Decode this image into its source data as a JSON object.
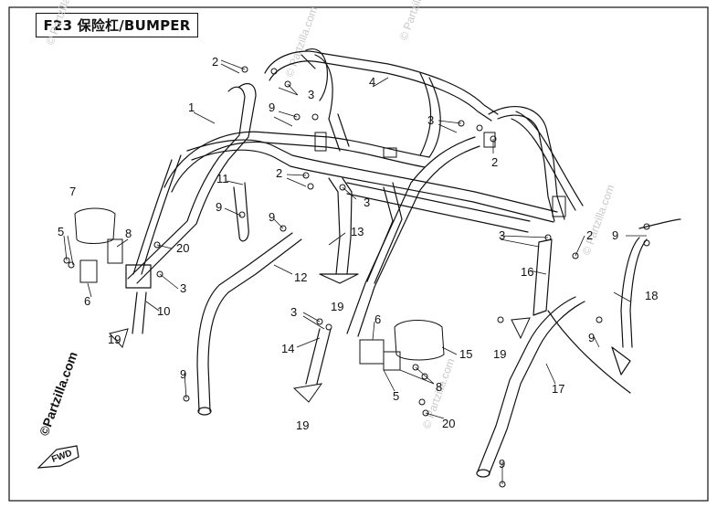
{
  "title": "F23  保险杠/BUMPER",
  "watermark": "© Partzilla.com",
  "brand": "©Partzilla.com",
  "fwd_label": "FWD",
  "callouts": [
    "1",
    "2",
    "3",
    "4",
    "5",
    "6",
    "7",
    "8",
    "9",
    "10",
    "11",
    "12",
    "13",
    "14",
    "15",
    "16",
    "17",
    "18",
    "19",
    "20"
  ]
}
